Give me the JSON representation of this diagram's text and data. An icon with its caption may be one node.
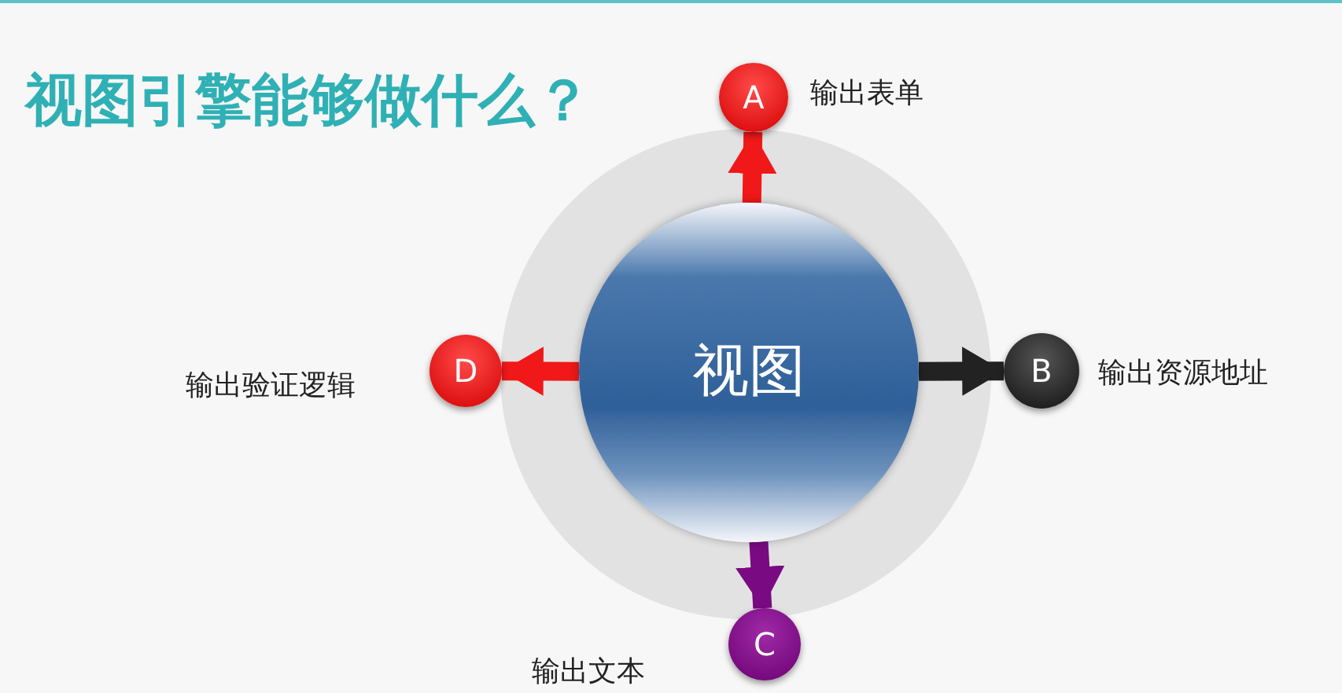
{
  "diagram": {
    "title": "视图引擎能够做什么？",
    "nodes": [
      {
        "text": [
          "视图"
        ]
      },
      {
        "text": [
          "A"
        ],
        "beside": [
          "输出表单"
        ]
      },
      {
        "text": [
          "B"
        ],
        "beside": [
          "输出资源地址"
        ]
      },
      {
        "text": [
          "C"
        ],
        "beside": [
          "输出文本"
        ]
      },
      {
        "text": [
          "D"
        ],
        "beside": [
          "输出验证逻辑"
        ]
      }
    ],
    "edges": [
      {
        "from": 0,
        "to": 1,
        "arrow": "to",
        "color": "#f01818"
      },
      {
        "from": 0,
        "to": 2,
        "arrow": "to",
        "color": "#222222"
      },
      {
        "from": 0,
        "to": 3,
        "arrow": "to",
        "color": "#7a0a82"
      },
      {
        "from": 0,
        "to": 4,
        "arrow": "to",
        "color": "#f01818"
      }
    ]
  }
}
